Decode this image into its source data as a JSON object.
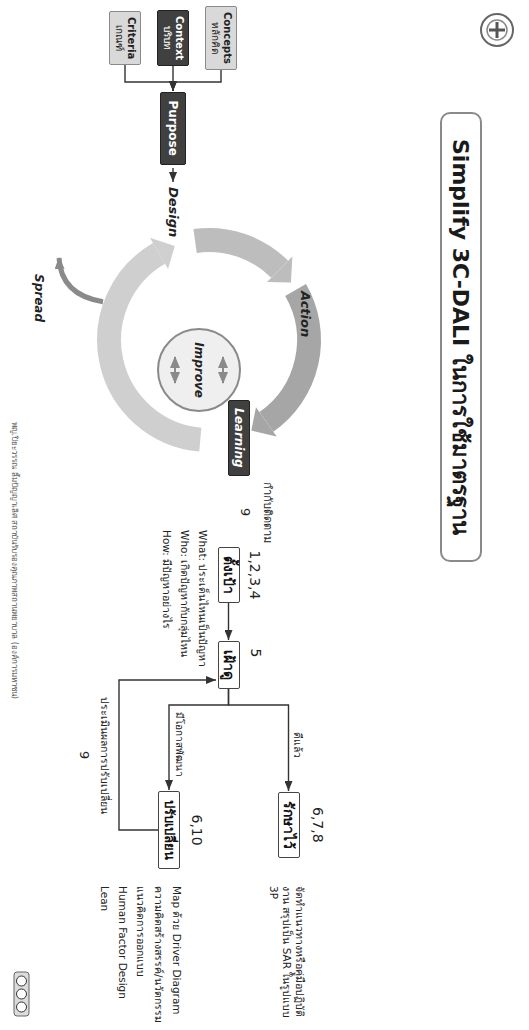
{
  "diagram": {
    "title": "Simplify 3C-DALI ในการใช้มาตรฐาน",
    "nodes": [
      {
        "text": [
          "Concepts",
          "หลักคิด"
        ]
      },
      {
        "text": [
          "Context",
          "บริบท"
        ]
      },
      {
        "text": [
          "Criteria",
          "เกณฑ์"
        ]
      },
      {
        "text": [
          "Purpose"
        ]
      },
      {
        "text": [
          "Learning"
        ]
      },
      {
        "text": [
          "Improve"
        ]
      },
      {
        "text": [
          "ตั้งเป้า"
        ]
      },
      {
        "text": [
          "เฝ้าดู"
        ]
      },
      {
        "text": [
          "รักษาไว้"
        ]
      },
      {
        "text": [
          "ปรับเปลี่ยน"
        ]
      }
    ],
    "edges": [
      {
        "from": 0,
        "to": 3,
        "arrow": "to"
      },
      {
        "from": 1,
        "to": 3,
        "arrow": "to"
      },
      {
        "from": 2,
        "to": 3,
        "arrow": "to"
      },
      {
        "from": 6,
        "to": 7,
        "arrow": "to"
      },
      {
        "from": 7,
        "to": 8,
        "label": "ดีแล้ว",
        "arrow": "to"
      },
      {
        "from": 7,
        "to": 9,
        "label": "มีโอกาสพัฒนา",
        "arrow": "to"
      },
      {
        "from": 9,
        "to": 7,
        "label": "ประเมินผลการปรับเปลี่ยน",
        "arrow": "to"
      }
    ],
    "labels": [
      "Design",
      "Action",
      "Spread",
      "กำกับติดตาม",
      "9",
      "1,2,3,4",
      "What: ประเด็นไหนเป็นปัญหา",
      "Who: เกิดปัญหากับกลุ่มไหน",
      "How: มีปัญหาอย่างไร",
      "5",
      "6,7,8",
      "จัดทำแนวทางหรือคู่มือปฏิบัติงาน สรุปเป็น SAR ในรูปแบบ 3P",
      "6,10",
      "Map ด้วย Driver Diagram",
      "ความคิดสร้างสรรค์/นวัตกรรม",
      "แนวคิดการออกแบบ",
      "Human Factor Design",
      "Lean",
      "9",
      "พญ.ปิยะวรรณ ลิ้มปัญญาเลิศ สถาบันรับรองคุณภาพสถานพยาบาล (องค์การมหาชน)"
    ]
  }
}
